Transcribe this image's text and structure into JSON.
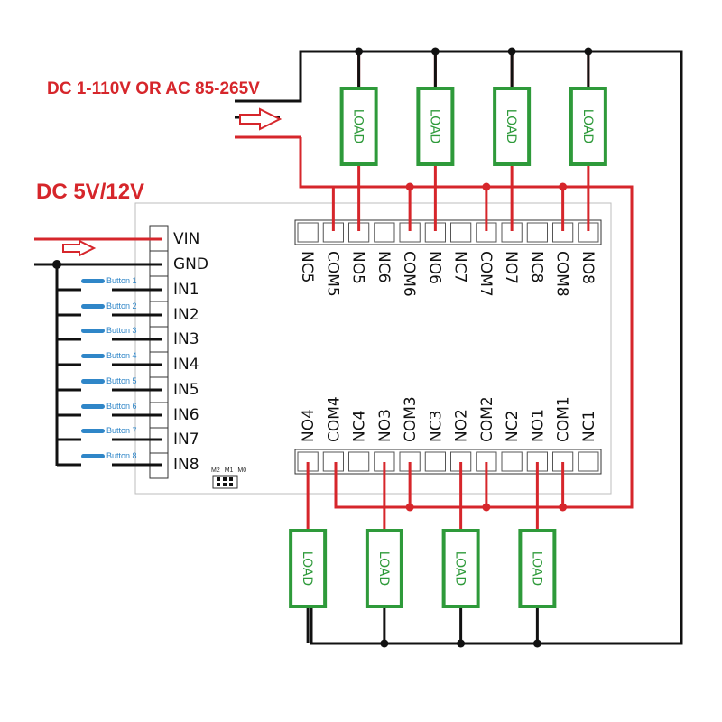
{
  "annotations": {
    "power_main": "DC 1-110V OR AC 85-265V",
    "power_ctrl": "DC 5V/12V"
  },
  "input_header": {
    "vin": "VIN",
    "gnd": "GND",
    "inputs": [
      "IN1",
      "IN2",
      "IN3",
      "IN4",
      "IN5",
      "IN6",
      "IN7",
      "IN8"
    ]
  },
  "buttons": [
    "Button 1",
    "Button 2",
    "Button 3",
    "Button 4",
    "Button 5",
    "Button 6",
    "Button 7",
    "Button 8"
  ],
  "top_terminals": [
    "NC5",
    "COM5",
    "NO5",
    "NC6",
    "COM6",
    "NO6",
    "NC7",
    "COM7",
    "NO7",
    "NC8",
    "COM8",
    "NO8"
  ],
  "bottom_terminals": [
    "NO4",
    "COM4",
    "NC4",
    "NO3",
    "COM3",
    "NC3",
    "NO2",
    "COM2",
    "NC2",
    "NO1",
    "COM1",
    "NC1"
  ],
  "load_label": "LOAD",
  "mode_labels": [
    "M2",
    "M1",
    "M0"
  ],
  "colors": {
    "wire_red": "#d6262b",
    "wire_black": "#111111",
    "load_green": "#2e9a3a",
    "button_blue": "#2f86c8",
    "annotation_red": "#d6262b"
  }
}
